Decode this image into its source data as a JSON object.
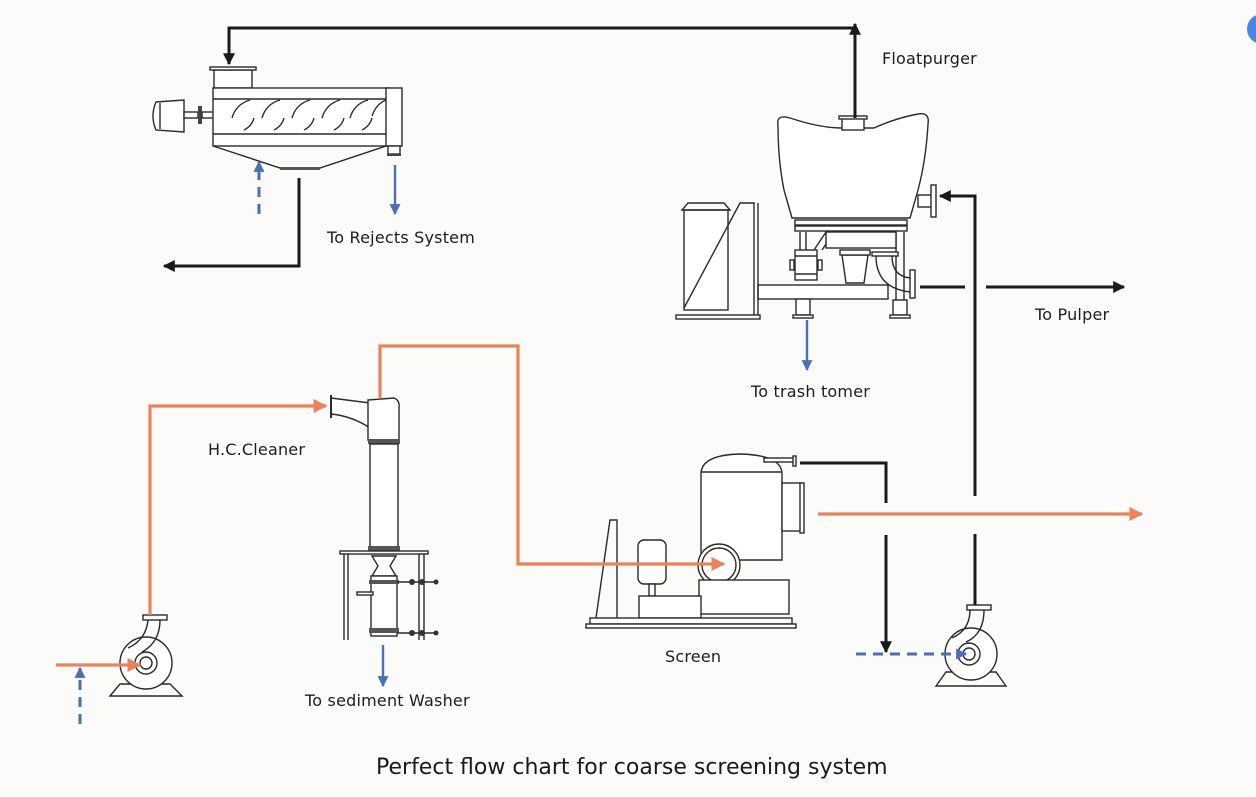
{
  "title": "Perfect flow chart for coarse screening system",
  "colors": {
    "stock_flow": "#e8835a",
    "reject_flow": "#1a1a1a",
    "water_flow": "#4a6fb5",
    "badge": "#4a86e8"
  },
  "equipment": [
    {
      "id": "hc-cleaner",
      "label": "H.C.Cleaner"
    },
    {
      "id": "screen",
      "label": "Screen"
    },
    {
      "id": "floatpurger",
      "label": "Floatpurger"
    },
    {
      "id": "rejects-separator",
      "label": ""
    },
    {
      "id": "feed-pump",
      "label": ""
    },
    {
      "id": "dilution-pump",
      "label": ""
    }
  ],
  "destinations": {
    "rejects": "To Rejects System",
    "pulper": "To Pulper",
    "trash": "To trash tomer",
    "sediment": "To sediment Washer"
  },
  "labels": {
    "hc_cleaner": "H.C.Cleaner",
    "screen": "Screen",
    "floatpurger": "Floatpurger"
  }
}
